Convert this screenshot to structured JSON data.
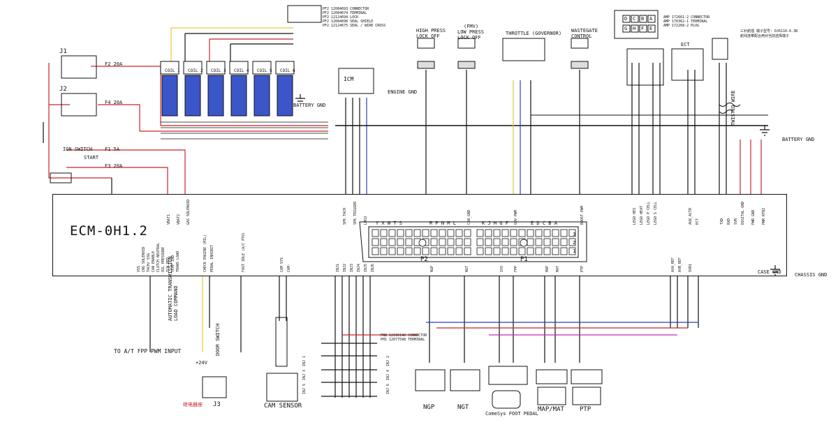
{
  "diagram": {
    "ecm_title": "ECM-0H1.2",
    "connector_p1": "P1",
    "connector_p2": "P2",
    "pin_row_left": "Y X W T S",
    "pin_row_mid": "R P N M L",
    "pin_row_right1": "K J H G F",
    "pin_row_right2": "E D C B A",
    "row_nums": [
      "3",
      "2",
      "1"
    ],
    "relays": {
      "j1": "J1",
      "j2": "J2",
      "j3": "J3"
    },
    "fuses": {
      "f2": "F2 20A",
      "f4": "F4 20A",
      "f1": "F1 5A",
      "f3": "F3 20A"
    },
    "ign_switch": "IGN SWITCH",
    "start": "START",
    "coils": [
      "COIL 1",
      "COIL 2",
      "COIL 3",
      "COIL 4",
      "COIL 5",
      "COIL 6"
    ],
    "icm": "ICM",
    "battery_gnd": "BATTERY GND",
    "engine_gnd": "ENGINE GND",
    "case_gnd": "CASE GND",
    "chassis_gnd": "CHASSIS GND",
    "top_sensors": {
      "high_press": "HIGH PRESS\nLOCK OFF",
      "low_press": "LOW PRESS\nLOCK OFF",
      "low_press_tag": "(FMV)",
      "throttle": "THROTTLE (GOVERNOR)",
      "wastegate": "WASTEGATE\nCONTROL",
      "ect": "ECT",
      "twisted_wire": "TWISTED WIRE"
    },
    "plug_grid": [
      "D",
      "C",
      "B",
      "A",
      "G",
      "H",
      "F",
      "E"
    ],
    "top_pins": [
      "VBAT1",
      "VBAT2",
      "GAS SOLENOID",
      "SPK TACH",
      "SPK TRIGGER",
      "LMCU",
      "CAN_GND",
      "GOV PWM",
      "BOOST PWM",
      "LEGO HES",
      "LEGO HEAT",
      "LEGO P CELL",
      "LEGO S CELL",
      "AUX_ACTR",
      "ECT",
      "TXD",
      "RXD",
      "SVR",
      "DIGITAL GND",
      "PWR GND",
      "PWR RTN2"
    ],
    "bottom_pins": [
      "VSS",
      "CNG SOLENOID",
      "TACH/ SSG",
      "CAN ENABLE",
      "CLUTCH NEUTRAL",
      "OIL PRESSURE",
      "TCW RED",
      "TEMP IND",
      "TRANS LOAD",
      "CHECK ENGINE (MIL)",
      "PEDAL INHIBIT",
      "FAST IDLE (A/C PTO)",
      "CAM SYS",
      "CAM-",
      "INJ1",
      "INJ2",
      "INJ3",
      "INJ4",
      "INJ5",
      "INJ6",
      "NGP",
      "NGT",
      "IVS",
      "FPP",
      "MAP",
      "MAT",
      "PTP",
      "AVA_REF",
      "AVB_REF",
      "SVR1"
    ],
    "bottom_labels": {
      "ta_input": "TO A/T FPP PWM INPUT",
      "at_trans": "AUTOMATIC TRANSMISSION\nLOAD COMMAND",
      "door_switch": "DOOR SWITCH",
      "v24": "+24V",
      "cam_sensor": "CAM SENSOR",
      "ngp": "NGP",
      "ngt": "NGT",
      "foot_pedal": "ComeSys FOOT PEDAL",
      "map_mat": "MAP/MAT",
      "ptp": "PTP",
      "inj_connector": "PNB 12106140 CONNECTOR\nPH1 12077598 TERMINAL",
      "cn_chars": "继电器座"
    },
    "injectors": [
      "INJ 1",
      "INJ 2",
      "INJ 3",
      "INJ 4",
      "INJ 5",
      "INJ 6"
    ],
    "top_note_right": "AMP 172661-2 CONNECTOR\nAMP 170362-1 TERMINAL\nAMP 172268-2 PLUG",
    "top_note_cn": "三针航插 端子型号: DJ6116-6.3B\n航线连带配合用对当前选择端子",
    "top_connector_notes": "PF2 12084693 CONNECTOR\nPF2 12084674 TERMINAL\nPF2 12124694 LOCK\nPF2 12084696 SEAL SHIELD\nPF2 12124675 SEAL / WIRE CROSS"
  },
  "colors": {
    "wire_red": "#c8262b",
    "wire_yellow": "#e6c93a",
    "wire_blue": "#2b3fb8",
    "wire_black": "#111111",
    "wire_magenta": "#c22ea8",
    "coil_blue": "#3b56c9"
  }
}
